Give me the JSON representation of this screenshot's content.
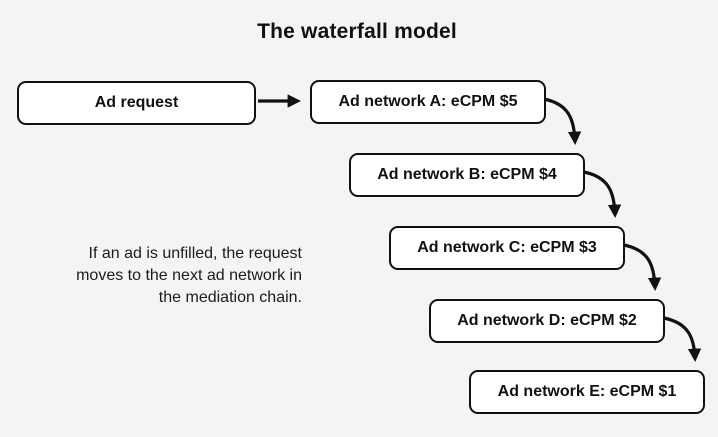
{
  "title": "The waterfall model",
  "diagram": {
    "request_node": {
      "label": "Ad request"
    },
    "networks": [
      {
        "label": "Ad network A: eCPM $5",
        "ecpm": 5
      },
      {
        "label": "Ad network B: eCPM $4",
        "ecpm": 4
      },
      {
        "label": "Ad network C: eCPM $3",
        "ecpm": 3
      },
      {
        "label": "Ad network D: eCPM $2",
        "ecpm": 2
      },
      {
        "label": "Ad network E: eCPM $1",
        "ecpm": 1
      }
    ],
    "caption": "If an ad is unfilled, the request moves to the next ad network in the mediation chain."
  },
  "colors": {
    "background": "#f4f4f5",
    "node_fill": "#ffffff",
    "node_border": "#111111",
    "arrow": "#111111"
  }
}
